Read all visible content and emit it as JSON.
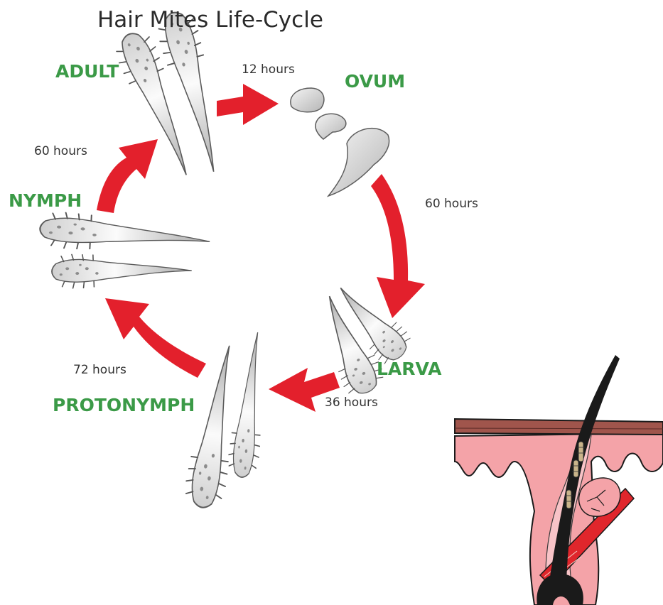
{
  "title": "Hair Mites Life-Cycle",
  "stages": {
    "adult": "ADULT",
    "ovum": "OVUM",
    "larva": "LARVA",
    "protonymph": "PROTONYMPH",
    "nymph": "NYMPH"
  },
  "durations": {
    "adult_to_ovum": "12 hours",
    "ovum_to_larva": "60 hours",
    "larva_to_protonymph": "36 hours",
    "protonymph_to_nymph": "72 hours",
    "nymph_to_adult": "60 hours"
  },
  "colors": {
    "stage_label": "#3b9a47",
    "arrow": "#e3202c",
    "skin_pink": "#f4a3a8",
    "skin_top": "#a0554c",
    "hair": "#1a1a1a"
  },
  "icons": {
    "mite": "mite-illustration",
    "hair_follicle": "hair-follicle-illustration"
  }
}
